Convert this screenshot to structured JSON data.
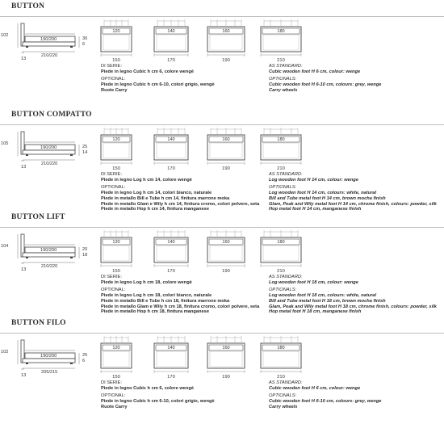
{
  "sections": [
    {
      "title": "BUTTON",
      "side": {
        "headboard_h": "102",
        "mattress": "190/200",
        "length": "210/220",
        "foot": "13",
        "h1": "30",
        "h2": "6"
      },
      "widths": [
        {
          "inner": "120",
          "outer": "150"
        },
        {
          "inner": "140",
          "outer": "170"
        },
        {
          "inner": "160",
          "outer": "190"
        },
        {
          "inner": "180",
          "outer": "210"
        }
      ],
      "it_lines": [
        {
          "t": "DI SERIE:",
          "bold": false
        },
        {
          "t": "Piede in legno Cubic h cm 6, colore wengè",
          "bold": true
        },
        {
          "t": "",
          "bold": false
        },
        {
          "t": "OPTIONAL:",
          "bold": false
        },
        {
          "t": "Piede in legno Cubic h cm 6-10, colori grigio, wengè",
          "bold": true
        },
        {
          "t": "Ruote Carry",
          "bold": true
        }
      ],
      "en_lines": [
        {
          "t": "AS STANDARD:",
          "bold": false
        },
        {
          "t": "Cubic wooden foot H 6 cm, colour: wenge",
          "bold": true
        },
        {
          "t": "",
          "bold": false
        },
        {
          "t": "OPTIONALS:",
          "bold": false
        },
        {
          "t": "Cubic wooden foot H 6-10 cm, colours: grey, wenge",
          "bold": true
        },
        {
          "t": "Carry wheels",
          "bold": true
        }
      ]
    },
    {
      "title": "BUTTON COMPATTO",
      "side": {
        "headboard_h": "105",
        "mattress": "190/200",
        "length": "210/220",
        "foot": "13",
        "h1": "25",
        "h2": "14"
      },
      "widths": [
        {
          "inner": "120",
          "outer": "150"
        },
        {
          "inner": "140",
          "outer": "170"
        },
        {
          "inner": "160",
          "outer": "190"
        },
        {
          "inner": "180",
          "outer": "210"
        }
      ],
      "it_lines": [
        {
          "t": "DI SERIE:",
          "bold": false
        },
        {
          "t": "Piede in legno Log h cm 14, colore wengè",
          "bold": true
        },
        {
          "t": "",
          "bold": false
        },
        {
          "t": "OPTIONAL:",
          "bold": false
        },
        {
          "t": "Piede in legno Log h cm 14, colori bianco, naturale",
          "bold": true
        },
        {
          "t": "Piede in metallo Bill e Tube h cm 14, finitura marrone moka",
          "bold": true
        },
        {
          "t": "Piede in metallo Glam e Wily h cm 14, finitura cromo, colori polvere, seta",
          "bold": true
        },
        {
          "t": "Piede in metallo Hop h cm 14, finitura manganese",
          "bold": true
        }
      ],
      "en_lines": [
        {
          "t": "AS STANDARD:",
          "bold": false
        },
        {
          "t": "Log wooden foot H 14 cm, colour: wenge",
          "bold": true
        },
        {
          "t": "",
          "bold": false
        },
        {
          "t": "OPTIONALS:",
          "bold": false
        },
        {
          "t": "Log wooden foot H 14 cm, colours: white, natural",
          "bold": true
        },
        {
          "t": "Bill and Tube metal foot H 14 cm, brown mocha finish",
          "bold": true
        },
        {
          "t": "Glam, Peak and Wily metal foot H 14 cm, chrome finish, colours: powder, silk",
          "bold": true
        },
        {
          "t": "Hop metal foot H 14 cm, manganese finish",
          "bold": true
        }
      ]
    },
    {
      "title": "BUTTON LIFT",
      "side": {
        "headboard_h": "104",
        "mattress": "190/200",
        "length": "210/220",
        "foot": "13",
        "h1": "20",
        "h2": "18"
      },
      "widths": [
        {
          "inner": "120",
          "outer": "150"
        },
        {
          "inner": "140",
          "outer": "170"
        },
        {
          "inner": "160",
          "outer": "190"
        },
        {
          "inner": "180",
          "outer": "210"
        }
      ],
      "it_lines": [
        {
          "t": "DI SERIE:",
          "bold": false
        },
        {
          "t": "Piede in legno Log h cm 18, colore wengè",
          "bold": true
        },
        {
          "t": "",
          "bold": false
        },
        {
          "t": "OPTIONAL:",
          "bold": false
        },
        {
          "t": "Piede in legno Log h cm 18, colori bianco, naturale",
          "bold": true
        },
        {
          "t": "Piede in metallo Bill e Tube h cm 18, finitura marrone moka",
          "bold": true
        },
        {
          "t": "Piede in metallo Glam e Wily h cm 18, finitura cromo, colori polvere, seta",
          "bold": true
        },
        {
          "t": "Piede in metallo Hop h cm 18, finitura manganese",
          "bold": true
        }
      ],
      "en_lines": [
        {
          "t": "AS STANDARD:",
          "bold": false
        },
        {
          "t": "Log wooden foot H 18 cm, colour: wenge",
          "bold": true
        },
        {
          "t": "",
          "bold": false
        },
        {
          "t": "OPTIONALS:",
          "bold": false
        },
        {
          "t": "Log wooden foot H 18 cm, colours: white, natural",
          "bold": true
        },
        {
          "t": "Bill and Tube metal foot H 18 cm, brown mocha finish",
          "bold": true
        },
        {
          "t": "Glam, Peak and Wily metal foot H 18 cm, chrome finish, colours: powder, silk",
          "bold": true
        },
        {
          "t": "Hop metal foot H 18 cm, manganese finish",
          "bold": true
        }
      ]
    },
    {
      "title": "BUTTON FILO",
      "side": {
        "headboard_h": "102",
        "mattress": "190/200",
        "length": "205/215",
        "foot": "13",
        "h1": "25",
        "h2": "6"
      },
      "widths": [
        {
          "inner": "120",
          "outer": "150"
        },
        {
          "inner": "140",
          "outer": "170"
        },
        {
          "inner": "160",
          "outer": "190"
        },
        {
          "inner": "180",
          "outer": "210"
        }
      ],
      "it_lines": [
        {
          "t": "DI SERIE:",
          "bold": false
        },
        {
          "t": "Piede in legno Cubic h cm 6, colore wengè",
          "bold": true
        },
        {
          "t": "",
          "bold": false
        },
        {
          "t": "OPTIONAL:",
          "bold": false
        },
        {
          "t": "Piede in legno Cubic h cm 6-10, colori grigio, wengè",
          "bold": true
        },
        {
          "t": "Ruote Carry",
          "bold": true
        }
      ],
      "en_lines": [
        {
          "t": "AS STANDARD:",
          "bold": false
        },
        {
          "t": "Cubic wooden foot H 6 cm, colour: wenge",
          "bold": true
        },
        {
          "t": "",
          "bold": false
        },
        {
          "t": "OPTIONALS:",
          "bold": false
        },
        {
          "t": "Cubic wooden foot H 6-10 cm, colours: grey, wenge",
          "bold": true
        },
        {
          "t": "Carry wheels",
          "bold": true
        }
      ]
    }
  ]
}
